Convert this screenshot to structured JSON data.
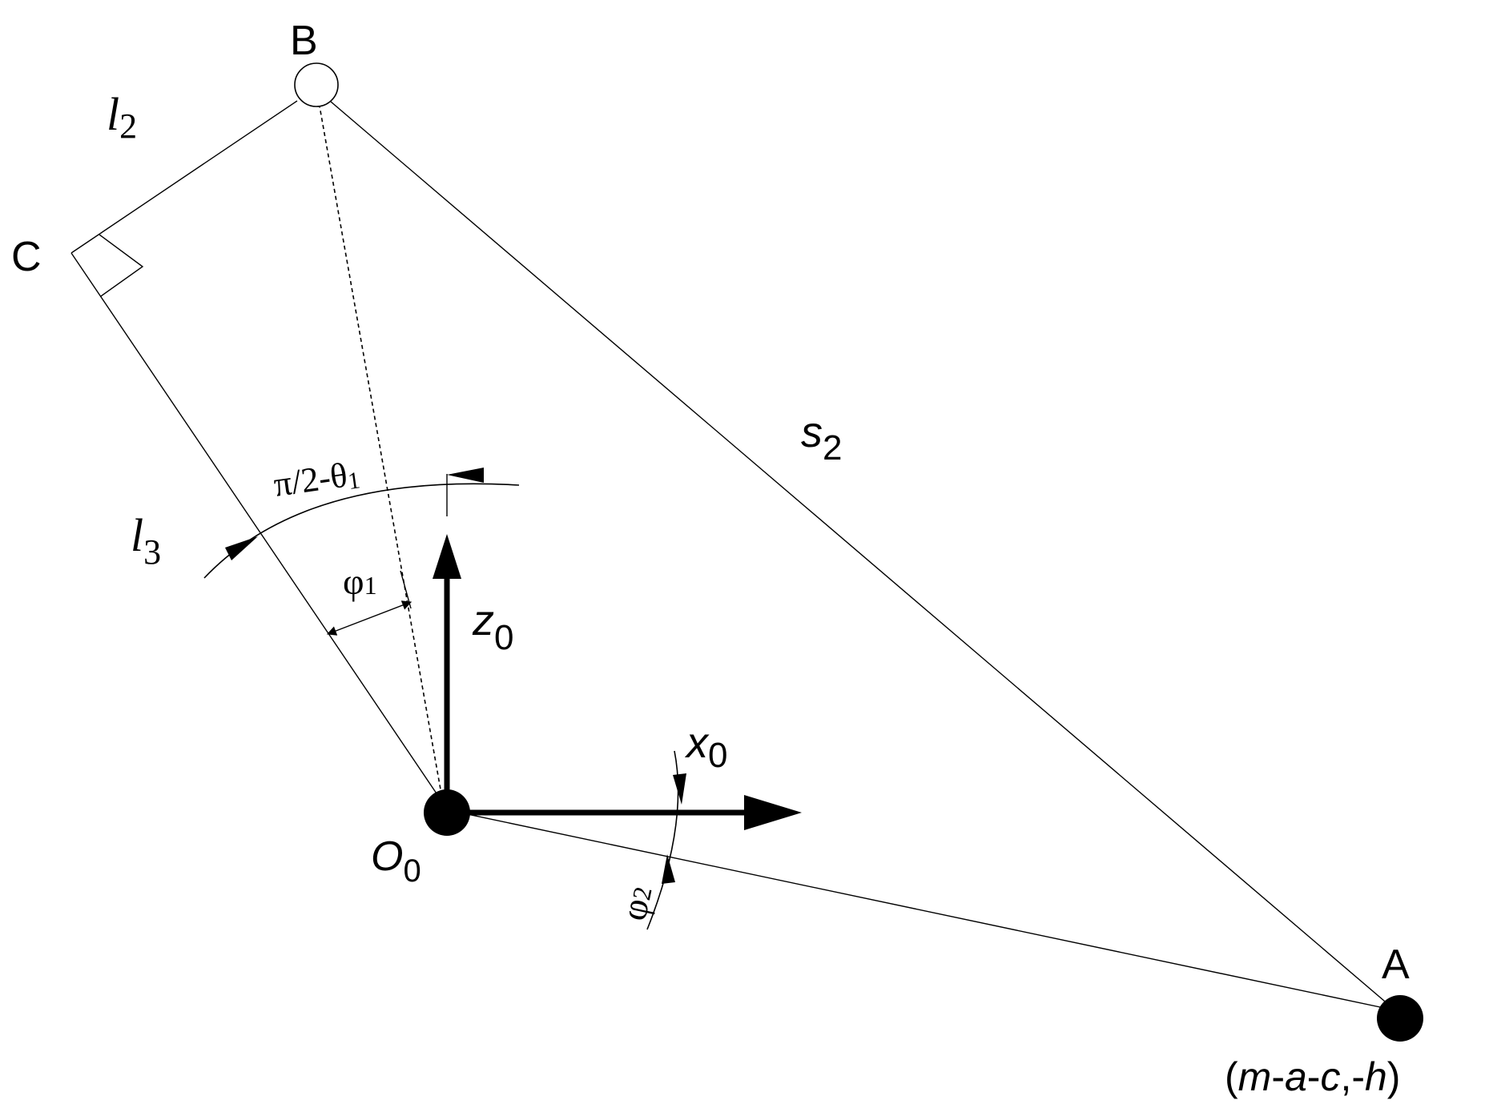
{
  "points": {
    "B": {
      "label": "B"
    },
    "C": {
      "label": "C"
    },
    "A": {
      "label": "A",
      "coords": {
        "m": "m",
        "a": "a",
        "c": "c",
        "h": "h"
      }
    },
    "O": {
      "base": "O",
      "sub": "0"
    }
  },
  "axes": {
    "z": {
      "base": "z",
      "sub": "0"
    },
    "x": {
      "base": "x",
      "sub": "0"
    }
  },
  "segments": {
    "l2": {
      "base": "l",
      "sub": "2"
    },
    "l3": {
      "base": "l",
      "sub": "3"
    },
    "s2": {
      "base": "s",
      "sub": "2"
    }
  },
  "angles": {
    "phi1": {
      "base": "φ",
      "sub": "1"
    },
    "phi2": {
      "base": "φ",
      "sub": "2"
    },
    "pi_half_minus_theta1": {
      "text": "π/2-θ",
      "sub": "1"
    }
  }
}
